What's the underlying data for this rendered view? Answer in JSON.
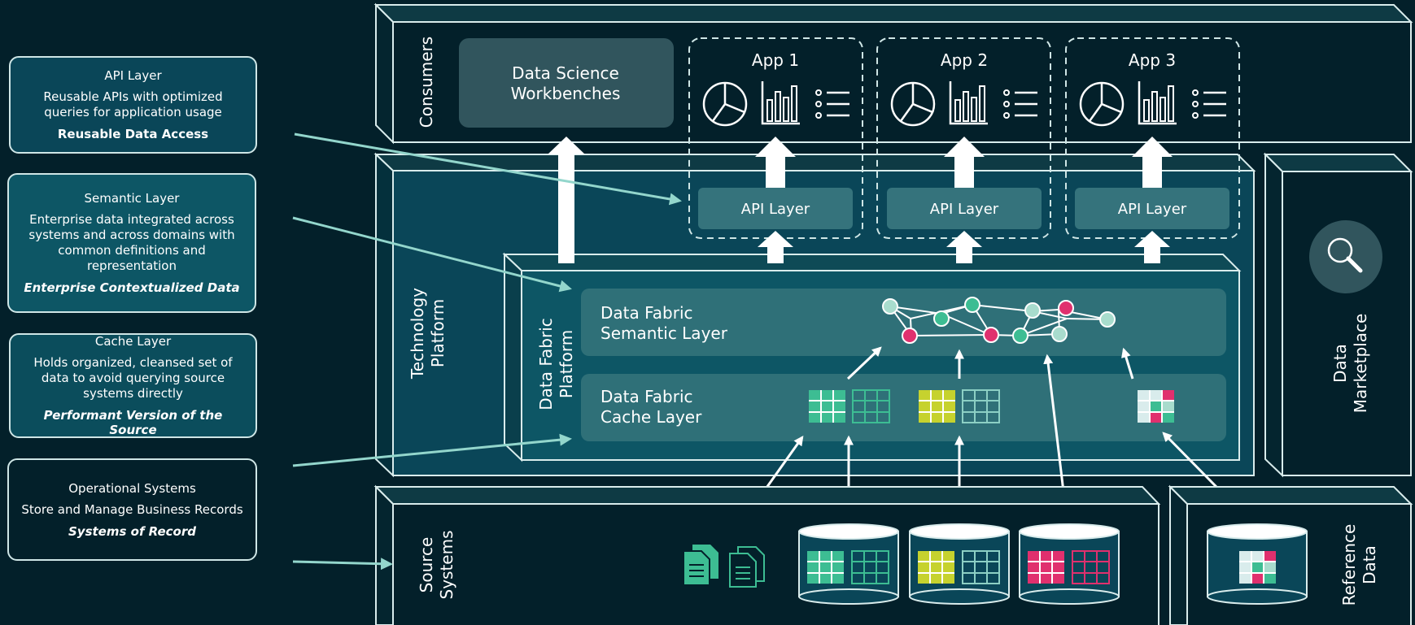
{
  "callouts": [
    {
      "title": "API Layer",
      "desc": "Reusable APIs with optimized queries for application usage",
      "key": "Reusable Data Access"
    },
    {
      "title": "Semantic Layer",
      "desc": "Enterprise data integrated across systems and across domains with common definitions and representation",
      "key": "Enterprise Contextualized Data"
    },
    {
      "title": "Cache Layer",
      "desc": "Holds organized, cleansed set of data to avoid querying source systems directly",
      "key": "Performant Version of the Source"
    },
    {
      "title": "Operational Systems",
      "desc": "Store and Manage Business Records",
      "key": "Systems of Record"
    }
  ],
  "panels": {
    "consumers": "Consumers",
    "technology_platform_1": "Technology",
    "technology_platform_2": "Platform",
    "data_fabric_platform_1": "Data Fabric",
    "data_fabric_platform_2": "Platform",
    "source_systems_1": "Source",
    "source_systems_2": "Systems",
    "data_marketplace_1": "Data",
    "data_marketplace_2": "Marketplace",
    "reference_data_1": "Reference",
    "reference_data_2": "Data"
  },
  "workbench": {
    "line1": "Data Science",
    "line2": "Workbenches"
  },
  "apps": [
    {
      "name": "App 1",
      "api": "API Layer"
    },
    {
      "name": "App 2",
      "api": "API Layer"
    },
    {
      "name": "App 3",
      "api": "API Layer"
    }
  ],
  "fabric": {
    "semantic_line1": "Data Fabric",
    "semantic_line2": "Semantic Layer",
    "cache_line1": "Data Fabric",
    "cache_line2": "Cache Layer"
  },
  "colors": {
    "background": "#03202a",
    "platform": "#0a4658",
    "fabric": "#0d5665",
    "band": "#2f7078",
    "api_box": "#35737c",
    "workbench": "#31555d",
    "green": "#3dbd93",
    "yellow": "#c6d22e",
    "pink": "#e0306e",
    "arrow": "#93d6cc"
  }
}
